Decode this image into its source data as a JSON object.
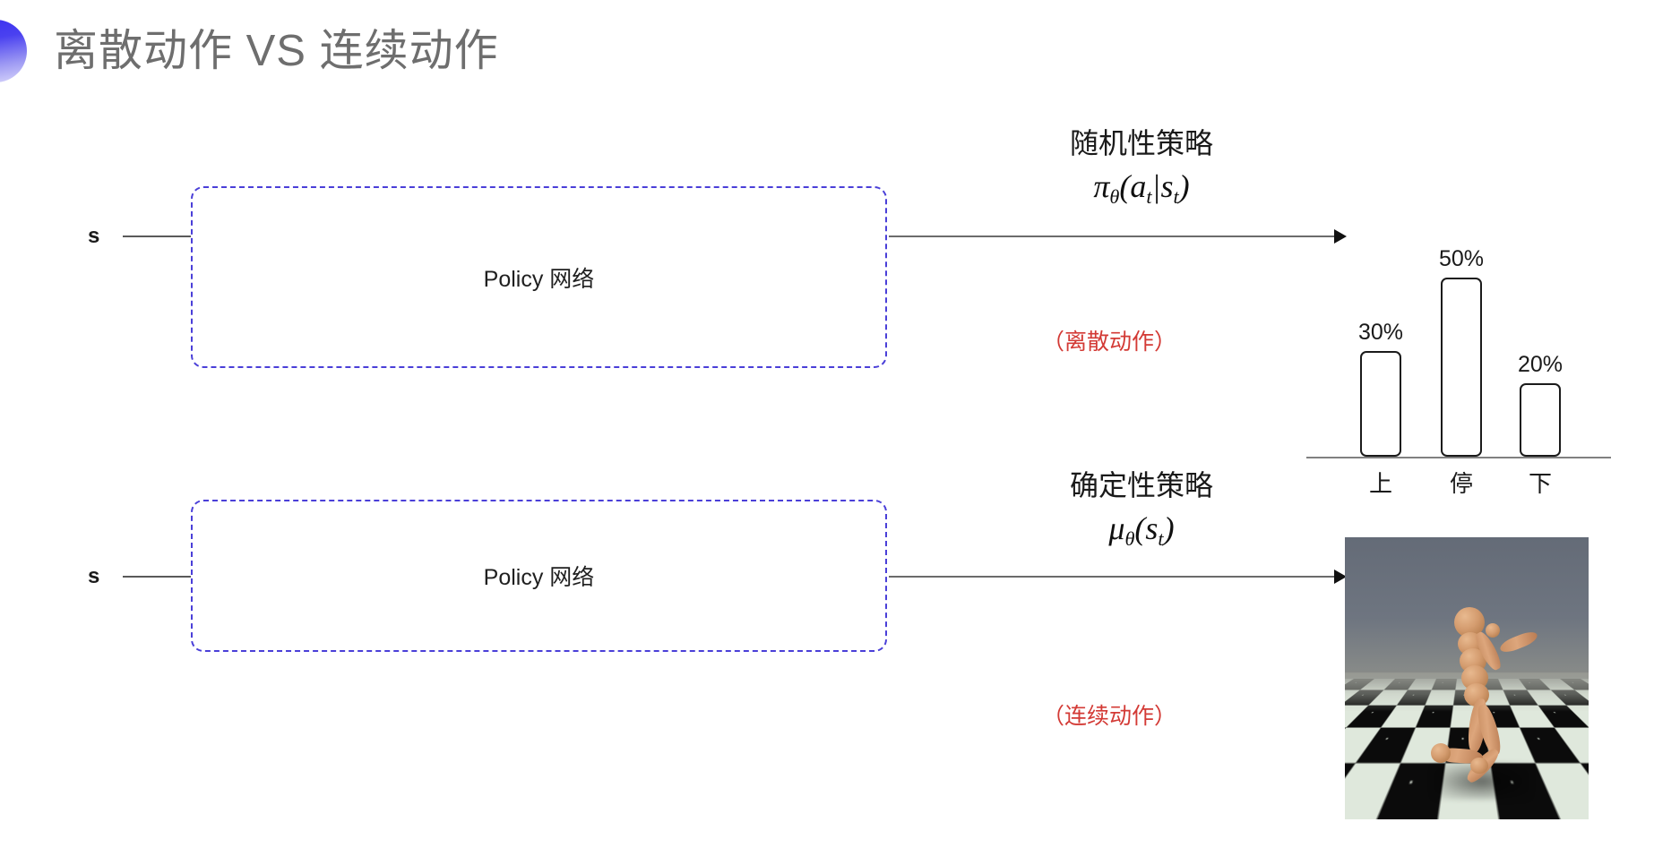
{
  "slide": {
    "title": "离散动作 VS 连续动作",
    "decor_gradient_from": "#3b31ef",
    "decor_gradient_to": "#d9d7fb",
    "background": "#ffffff"
  },
  "rows": {
    "discrete": {
      "state_label": "s",
      "box_label": "Policy 网络",
      "box_border_color": "#4a3fd8",
      "annotation_title": "随机性策略",
      "annotation_note": "（离散动作）",
      "annotation_note_color": "#d33a35",
      "formula": {
        "symbol": "π",
        "subscript": "θ",
        "open": "(",
        "arg_main": "a",
        "arg_main_sub": "t",
        "sep": "|",
        "cond_main": "s",
        "cond_main_sub": "t",
        "close": ")"
      }
    },
    "continuous": {
      "state_label": "s",
      "box_label": "Policy 网络",
      "box_border_color": "#4a3fd8",
      "annotation_title": "确定性策略",
      "annotation_note": "（连续动作）",
      "annotation_note_color": "#d33a35",
      "formula": {
        "symbol": "μ",
        "subscript": "θ",
        "open": "(",
        "arg_main": "s",
        "arg_main_sub": "t",
        "close": ")"
      },
      "output_image_alt": "MuJoCo 人形机器人仿真"
    }
  },
  "chart_data": {
    "type": "bar",
    "title": "",
    "categories": [
      "上",
      "停",
      "下"
    ],
    "values": [
      30,
      50,
      20
    ],
    "value_labels": [
      "30%",
      "50%",
      "20%"
    ],
    "xlabel": "",
    "ylabel": "",
    "ylim": [
      0,
      60
    ],
    "grid": false,
    "legend": "none",
    "bar_fill": "#ffffff",
    "bar_stroke": "#1b1b1b",
    "axis_color": "#808080"
  }
}
